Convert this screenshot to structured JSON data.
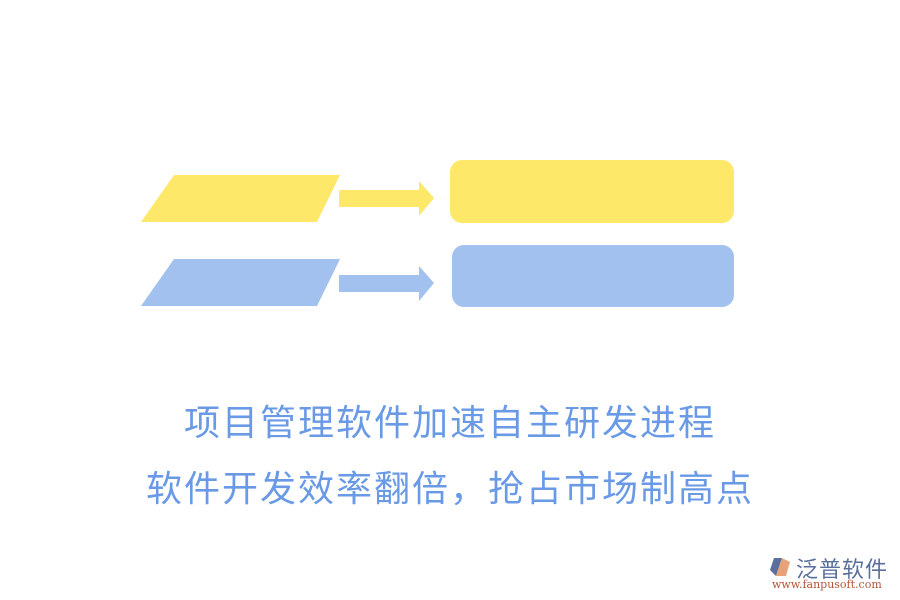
{
  "diagram": {
    "rows": [
      {
        "color": "#fde86a",
        "input_shape": "parallelogram",
        "arrow": "right-arrow",
        "output_shape": "rounded-rectangle",
        "input_label": "",
        "output_label": ""
      },
      {
        "color": "#a2c1ee",
        "input_shape": "parallelogram",
        "arrow": "right-arrow",
        "output_shape": "rounded-rectangle",
        "input_label": "",
        "output_label": ""
      }
    ]
  },
  "caption": {
    "line1": "项目管理软件加速自主研发进程",
    "line2": "软件开发效率翻倍，抢占市场制高点",
    "color": "#6a9ae6"
  },
  "logo": {
    "name": "泛普软件",
    "url": "www.fanpusoft.com",
    "icon": "fanpu-logo-icon"
  }
}
